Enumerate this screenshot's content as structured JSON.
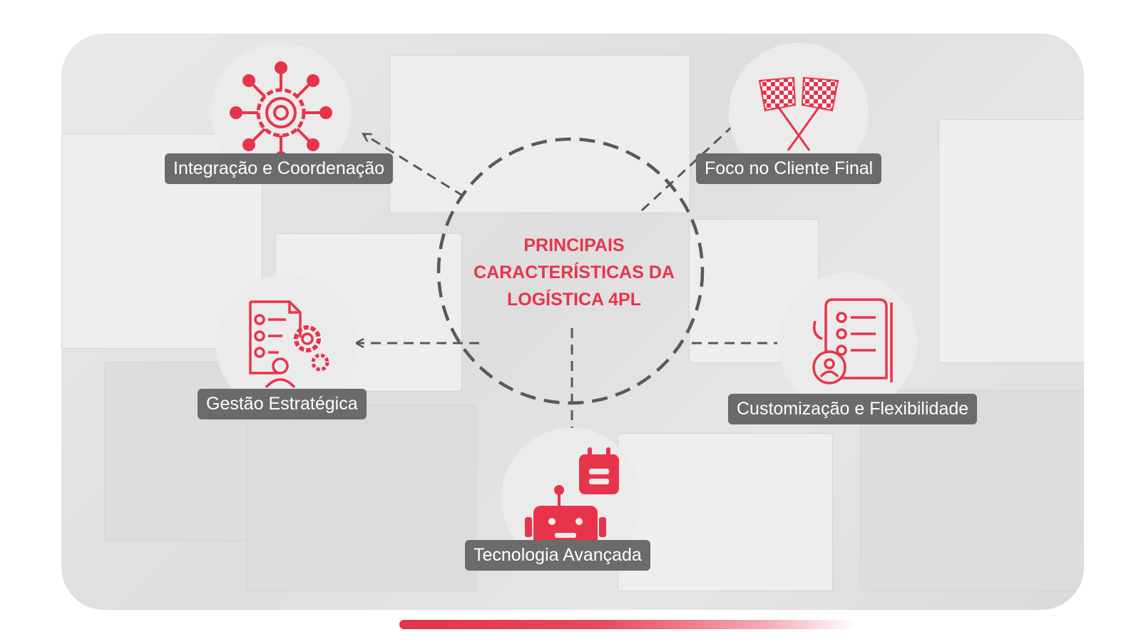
{
  "title_lines": [
    "PRINCIPAIS",
    "CARACTERÍSTICAS DA",
    "LOGÍSTICA 4PL"
  ],
  "colors": {
    "accent": "#e8344a",
    "label_bg": "#6b6b6b",
    "arrow": "#555a60"
  },
  "nodes": [
    {
      "label": "Integração e Coordenação",
      "icon": "network-gear-icon"
    },
    {
      "label": "Foco no Cliente Final",
      "icon": "checkered-flags-icon"
    },
    {
      "label": "Gestão Estratégica",
      "icon": "checklist-gears-user-icon"
    },
    {
      "label": "Customização e Flexibilidade",
      "icon": "document-list-user-icon"
    },
    {
      "label": "Tecnologia Avançada",
      "icon": "robot-calendar-icon"
    }
  ]
}
